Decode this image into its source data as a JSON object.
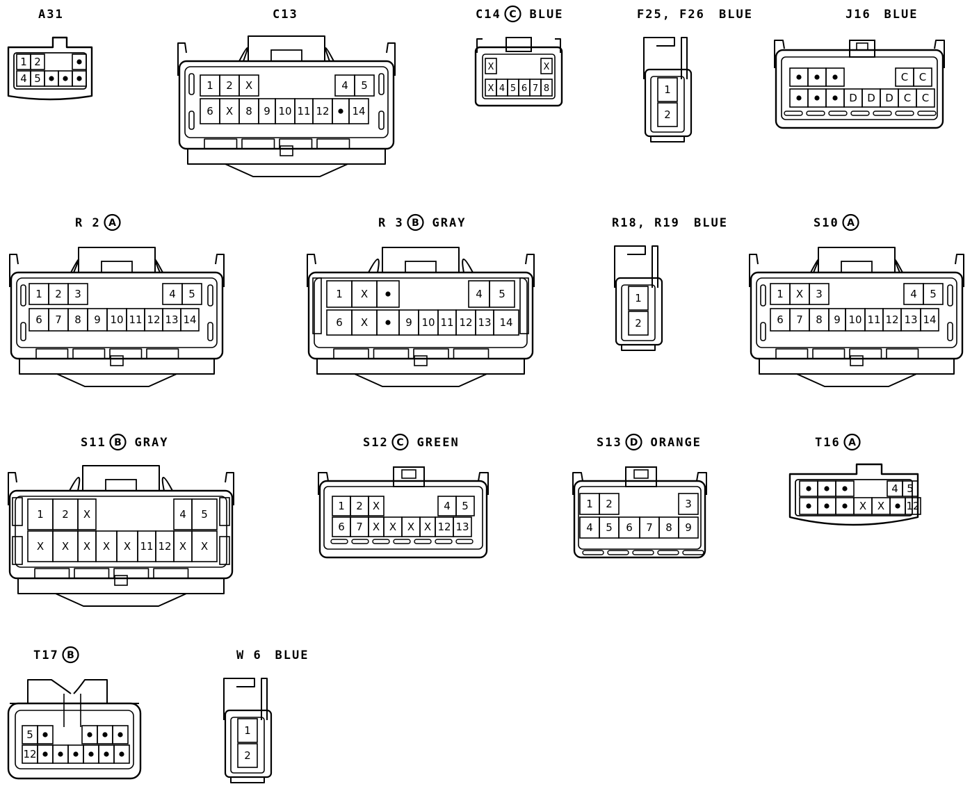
{
  "connectors": {
    "a31": {
      "id": "A31",
      "color": "",
      "code": "",
      "pins": [
        "1",
        "2",
        "",
        "•",
        "4",
        "5",
        "•",
        "•",
        "•"
      ]
    },
    "c13": {
      "id": "C13",
      "color": "",
      "code": "",
      "pins": [
        "1",
        "2",
        "X",
        "4",
        "5",
        "6",
        "X",
        "8",
        "9",
        "10",
        "11",
        "12",
        "•",
        "14"
      ]
    },
    "c14": {
      "id": "C14",
      "color": "BLUE",
      "code": "C",
      "pins": [
        "X",
        "X",
        "X",
        "4",
        "5",
        "6",
        "7",
        "8"
      ]
    },
    "f25": {
      "id": "F25, F26",
      "color": "BLUE",
      "code": "",
      "pins": [
        "1",
        "2"
      ]
    },
    "j16": {
      "id": "J16",
      "color": "BLUE",
      "code": "",
      "pins": [
        "•",
        "•",
        "•",
        "C",
        "C",
        "•",
        "•",
        "•",
        "D",
        "D",
        "D",
        "C",
        "C"
      ]
    },
    "r2": {
      "id": "R 2",
      "color": "",
      "code": "A",
      "pins": [
        "1",
        "2",
        "3",
        "4",
        "5",
        "6",
        "7",
        "8",
        "9",
        "10",
        "11",
        "12",
        "13",
        "14"
      ]
    },
    "r3": {
      "id": "R 3",
      "color": "GRAY",
      "code": "B",
      "pins": [
        "1",
        "X",
        "•",
        "4",
        "5",
        "6",
        "X",
        "•",
        "9",
        "10",
        "11",
        "12",
        "13",
        "14"
      ]
    },
    "r18": {
      "id": "R18, R19",
      "color": "BLUE",
      "code": "",
      "pins": [
        "1",
        "2"
      ]
    },
    "s10": {
      "id": "S10",
      "color": "",
      "code": "A",
      "pins": [
        "1",
        "X",
        "3",
        "4",
        "5",
        "6",
        "7",
        "8",
        "9",
        "10",
        "11",
        "12",
        "13",
        "14"
      ]
    },
    "s11": {
      "id": "S11",
      "color": "GRAY",
      "code": "B",
      "pins": [
        "1",
        "2",
        "X",
        "4",
        "5",
        "X",
        "X",
        "X",
        "X",
        "X",
        "11",
        "12",
        "X",
        "X"
      ]
    },
    "s12": {
      "id": "S12",
      "color": "GREEN",
      "code": "C",
      "pins": [
        "1",
        "2",
        "X",
        "4",
        "5",
        "6",
        "7",
        "X",
        "X",
        "X",
        "X",
        "12",
        "13"
      ]
    },
    "s13": {
      "id": "S13",
      "color": "ORANGE",
      "code": "D",
      "pins": [
        "1",
        "2",
        "3",
        "4",
        "5",
        "6",
        "7",
        "8",
        "9"
      ]
    },
    "t16": {
      "id": "T16",
      "color": "",
      "code": "A",
      "pins": [
        "•",
        "•",
        "•",
        "4",
        "5",
        "•",
        "•",
        "•",
        "X",
        "X",
        "•",
        "12"
      ]
    },
    "t17": {
      "id": "T17",
      "color": "",
      "code": "B",
      "pins": [
        "5",
        "•",
        "•",
        "•",
        "•",
        "12",
        "•",
        "•",
        "•",
        "•",
        "•",
        "•"
      ]
    },
    "w6": {
      "id": "W 6",
      "color": "BLUE",
      "code": "",
      "pins": [
        "1",
        "2"
      ]
    }
  }
}
